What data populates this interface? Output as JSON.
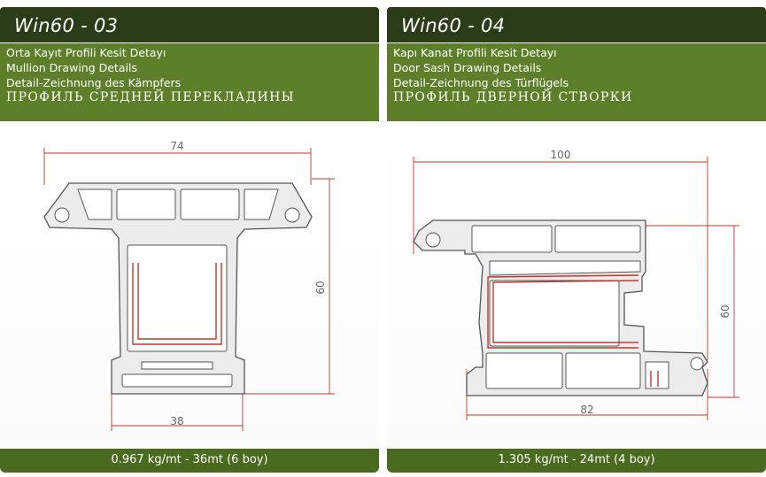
{
  "panels": [
    {
      "title": "Win60  -  03",
      "lines": [
        "Orta Kayıt Profili Kesit Detayı",
        "Mullion Drawing Details",
        "Detail-Zeichnung des Kämpfers",
        "ПРОФИЛЬ СРЕДНЕЙ ПЕРЕКЛАДИНЫ"
      ],
      "dims": {
        "top": "74",
        "side": "60",
        "bottom": "38"
      },
      "footer": "0.967 kg/mt  -  36mt (6 boy)"
    },
    {
      "title": "Win60  -  04",
      "lines": [
        "Kapı Kanat Profili Kesit Detayı",
        "Door Sash Drawing Details",
        "Detail-Zeichnung des Türflügels",
        "ПРОФИЛЬ ДВЕРНОЙ СТВОРКИ"
      ],
      "dims": {
        "top": "100",
        "side": "60",
        "bottom": "82"
      },
      "footer": "1.305 kg/mt  -  24mt (4 boy)"
    }
  ],
  "colors": {
    "header_bg": "#2a3d18",
    "subheader_bg": "#5e7f2a",
    "footer_bg": "#4a6a1f",
    "dimension_line": "#c0392b",
    "profile_fill": "#ececec",
    "profile_stroke": "#555555",
    "reinforcement": "#c0392b"
  }
}
